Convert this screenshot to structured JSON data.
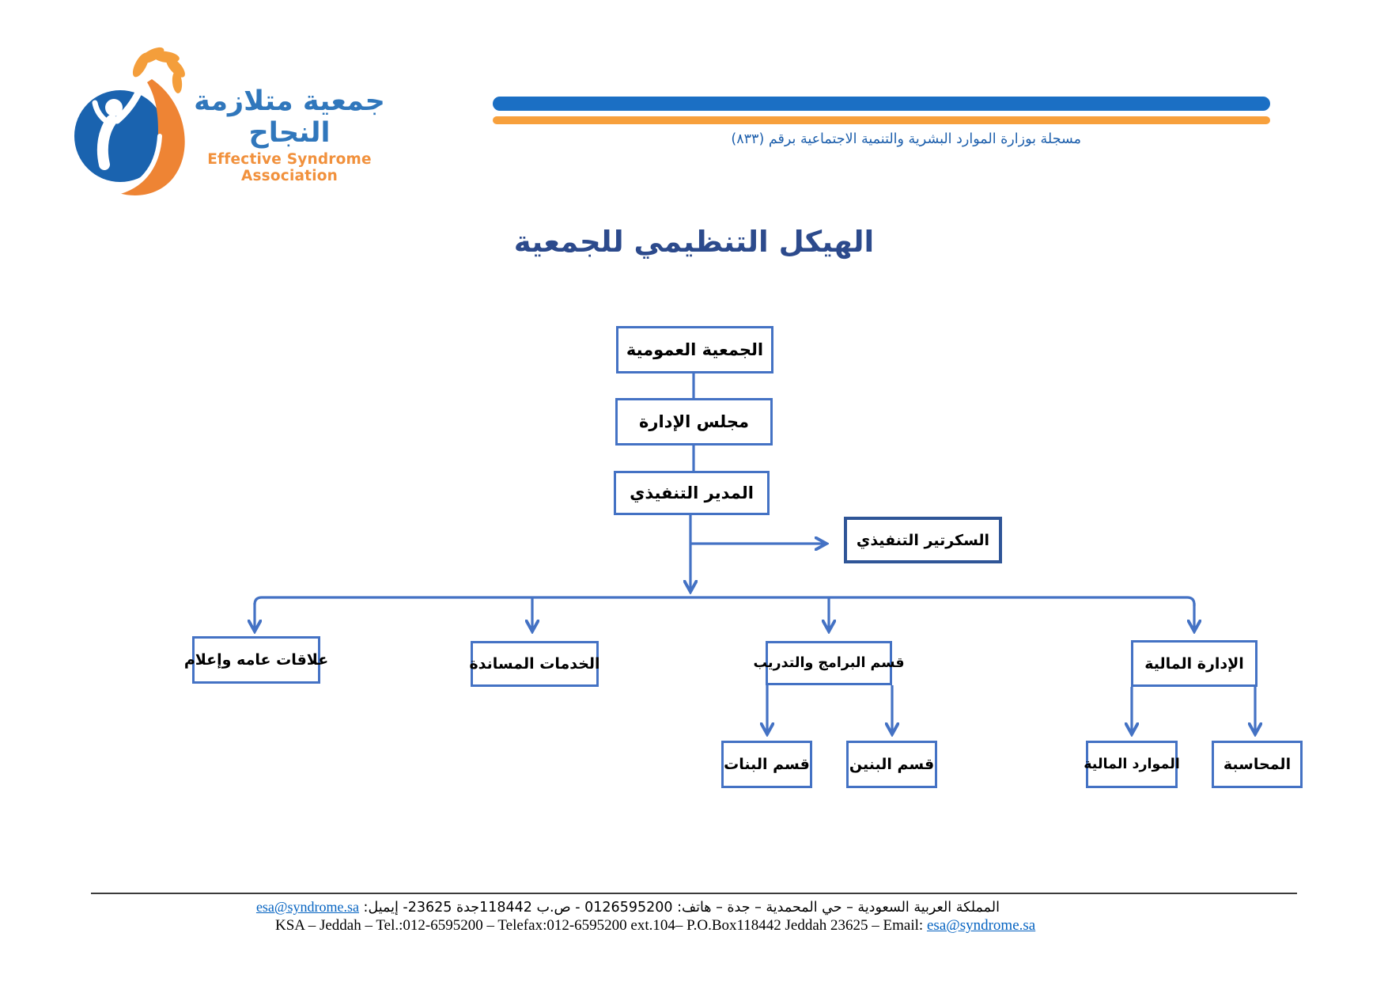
{
  "brand": {
    "logo_title_ar": "جمعية متلازمة النجاح",
    "logo_subtitle_en": "Effective Syndrome Association"
  },
  "header": {
    "registration_note": "مسجلة بوزارة الموارد البشرية والتنمية الاجتماعية برقم (٨٣٣)"
  },
  "page_title": "الهيكل التنظيمي للجمعية",
  "org_chart": {
    "nodes": {
      "general_assembly": "الجمعية العمومية",
      "board_of_directors": "مجلس الإدارة",
      "executive_director": "المدير التنفيذي",
      "executive_secretary": "السكرتير التنفيذي",
      "public_relations_media": "علاقات عامه وإعلام",
      "support_services": "الخدمات المساندة",
      "programs_training": "قسم البرامج والتدريب",
      "financial_admin": "الإدارة المالية",
      "girls_section": "قسم البنات",
      "boys_section": "قسم البنين",
      "financial_resources": "الموارد المالية",
      "accounting": "المحاسبة"
    }
  },
  "footer": {
    "line_ar_text": "المملكة العربية السعودية – حي المحمدية – جدة – هاتف: 0126595200 - ص.ب 118442جدة 23625- إيميل: ",
    "line_ar_email": "esa@syndrome.sa",
    "line_en_text": "KSA – Jeddah – Tel.:012-6595200 – Telefax:012-6595200 ext.104– P.O.Box118442 Jeddah 23625 – Email: ",
    "line_en_email": "esa@syndrome.sa"
  },
  "colors": {
    "connector_blue": "#4472C4",
    "secretary_border_blue": "#2F5597",
    "header_bar_blue": "#1B6FC4",
    "header_bar_orange": "#F7A03C",
    "registration_text_blue": "#1D5FAC",
    "title_navy": "#2C4A8C",
    "logo_blue": "#1A63AF",
    "logo_orange": "#EE8434",
    "brand_text_blue": "#3077BC",
    "brand_text_orange": "#F1913D",
    "link_blue": "#0563C1"
  }
}
